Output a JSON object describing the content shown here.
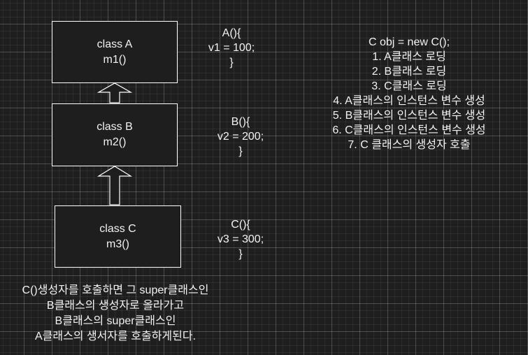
{
  "classes": {
    "a": {
      "name": "class A",
      "method": "m1()"
    },
    "b": {
      "name": "class B",
      "method": "m2()"
    },
    "c": {
      "name": "class C",
      "method": "m3()"
    }
  },
  "constructors": {
    "a": [
      "A(){",
      "v1 = 100;",
      "}"
    ],
    "b": [
      "B(){",
      "v2 = 200;",
      "}"
    ],
    "c": [
      "C(){",
      "v3 = 300;",
      "}"
    ]
  },
  "steps": [
    "C obj = new C();",
    "1. A클래스 로딩",
    "2. B클래스 로딩",
    "3. C클래스 로딩",
    "4. A클래스의 인스턴스 변수 생성",
    "5. B클래스의 인스턴스 변수 생성",
    "6. C클래스의 인스턴스 변수 생성",
    "7. C 클래스의 생성자 호출"
  ],
  "note": [
    "C()생성자를 호출하면 그 super클래스인",
    "B클래스의 생성자로 올라가고",
    "B클래스의 super클래스인",
    "A클래스의 생서자를 호출하게된다."
  ],
  "colors": {
    "background": "#1e1e1e",
    "stroke": "#ffffff",
    "text": "#f2f2f2"
  }
}
